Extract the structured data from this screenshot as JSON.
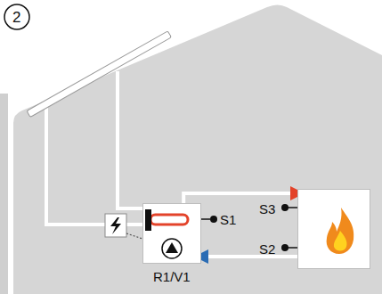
{
  "diagram": {
    "nodes": [
      {
        "text": [
          "R1/V1"
        ]
      },
      {
        "text": [
          "S3",
          "S2"
        ]
      }
    ],
    "edges": [
      {
        "from": 0,
        "to": 1,
        "arrow": "to"
      },
      {
        "from": 1,
        "to": 0,
        "arrow": "to"
      }
    ],
    "labels": [
      "2",
      "S1"
    ]
  }
}
